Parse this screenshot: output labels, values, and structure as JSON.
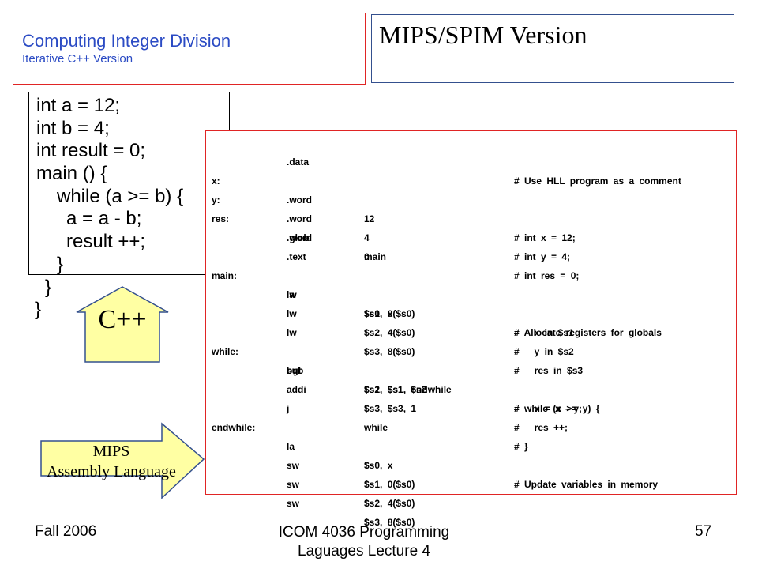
{
  "slide": {
    "title": "Computing Integer Division",
    "subtitle": "Iterative C++ Version",
    "right_title": "MIPS/SPIM Version"
  },
  "cpp_code": {
    "lines": [
      "int a = 12;",
      "int b = 4;",
      "int result = 0;",
      "main () {",
      "while (a >= b) {",
      "a = a - b;",
      "result ++;",
      "}",
      "}",
      "}"
    ]
  },
  "arrows": {
    "cpp_label": "C++",
    "mips_label_line1": "MIPS",
    "mips_label_line2": "Assembly Language"
  },
  "mips_code": {
    "rows": [
      {
        "op": ".data",
        "comment": "# Use HLL program as a comment"
      },
      {
        "label": "x:",
        "op": ".word",
        "args": "12",
        "comment": "# int x = 12;"
      },
      {
        "label": "y:",
        "op": ".word",
        "args": "4",
        "comment": "# int y = 4;"
      },
      {
        "label": "res:",
        "op": ".word",
        "args": "0",
        "comment": "# int res = 0;"
      },
      {
        "op": ".globl",
        "args": "main"
      },
      {
        "op": ".text"
      },
      {
        "label": "main:",
        "op": "la",
        "args": "$s0, x",
        "comment": "# Allocate registers for globals"
      },
      {
        "op": "lw",
        "args": "$s1, 0($s0)",
        "comment": "#   x in $s1"
      },
      {
        "op": "lw",
        "args": "$s2, 4($s0)",
        "comment": "#   y in $s2"
      },
      {
        "op": "lw",
        "args": "$s3, 8($s0)",
        "comment": "#   res in $s3"
      },
      {
        "label": "while:",
        "op": "bgt",
        "args": "$s2, $s1, endwhile",
        "comment": "# while (x >= y) {"
      },
      {
        "op": "sub",
        "args": "$s1, $s1, $s2",
        "comment": "#   x = x - y;"
      },
      {
        "op": "addi",
        "args": "$s3, $s3, 1",
        "comment": "#   res ++;"
      },
      {
        "op": "j",
        "args": "while",
        "comment": "# }"
      },
      {
        "label": "endwhile:"
      },
      {
        "op": "la",
        "args": "$s0, x",
        "comment": "# Update variables in memory"
      },
      {
        "op": "sw",
        "args": "$s1, 0($s0)"
      },
      {
        "op": "sw",
        "args": "$s2, 4($s0)"
      },
      {
        "op": "sw",
        "args": "$s3, 8($s0)"
      }
    ]
  },
  "footer": {
    "left": "Fall 2006",
    "center_line1": "ICOM 4036 Programming",
    "center_line2": "Laguages Lecture 4",
    "page_number": "57"
  },
  "colors": {
    "title_text": "#2b4bc4",
    "red_border": "#e02424",
    "navy_border": "#34508e",
    "arrow_fill": "#ffffa3",
    "arrow_stroke": "#34508e"
  }
}
